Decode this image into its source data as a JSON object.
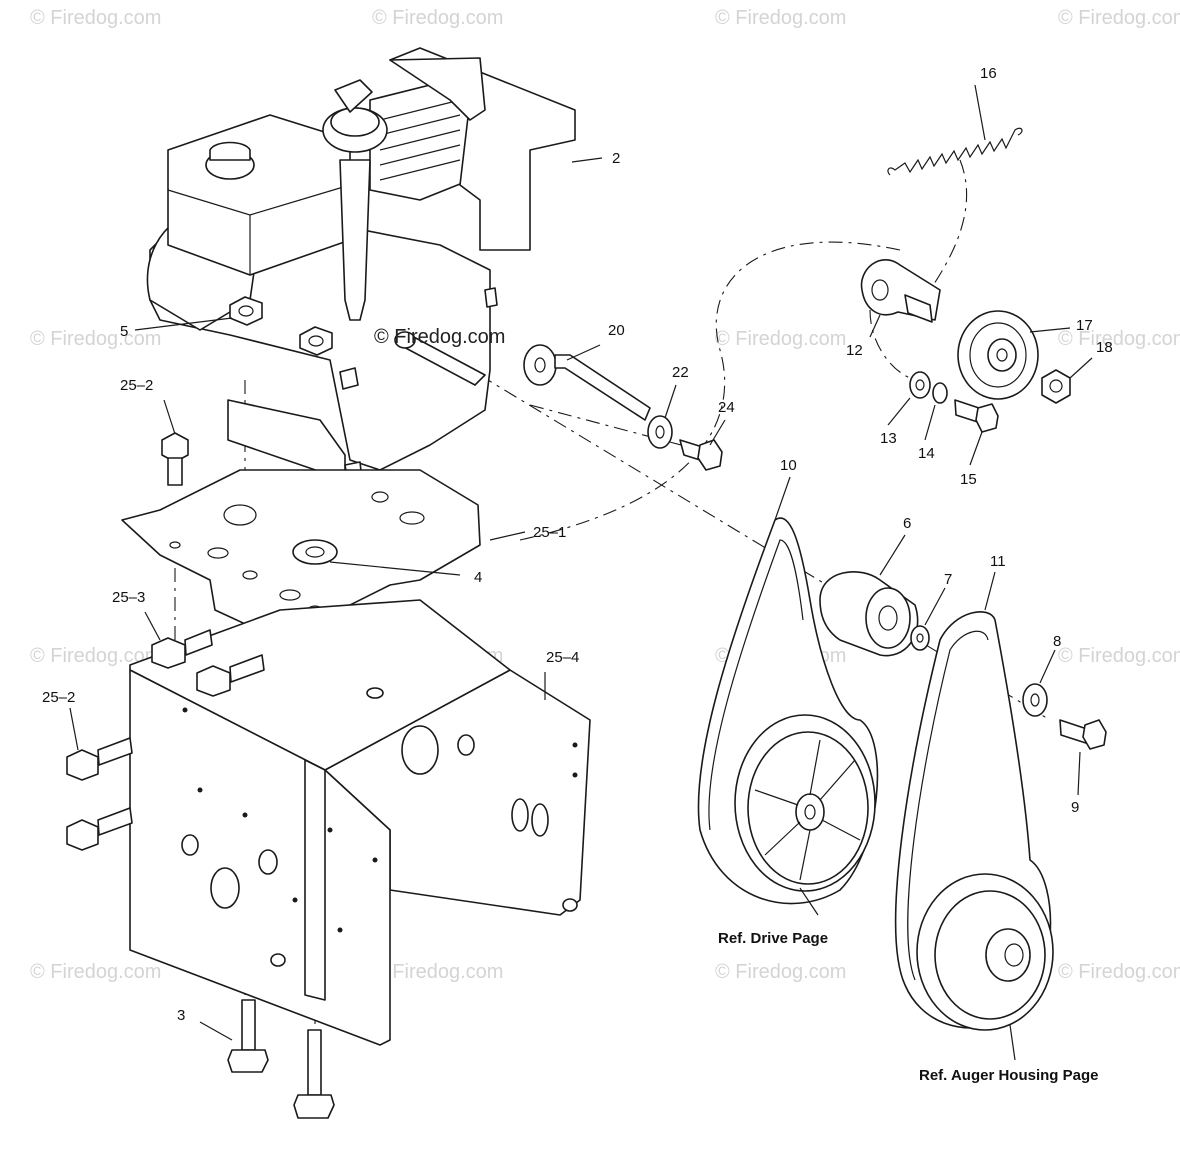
{
  "watermark": {
    "text": "© Firedog.com",
    "center_text": "© Firedog.com"
  },
  "callouts": {
    "c2": "2",
    "c3": "3",
    "c4": "4",
    "c5": "5",
    "c6": "6",
    "c7": "7",
    "c8": "8",
    "c9": "9",
    "c10": "10",
    "c11": "11",
    "c12": "12",
    "c13": "13",
    "c14": "14",
    "c15": "15",
    "c16": "16",
    "c17": "17",
    "c18": "18",
    "c20": "20",
    "c22": "22",
    "c24": "24",
    "c25_1": "25–1",
    "c25_2a": "25–2",
    "c25_2b": "25–2",
    "c25_3": "25–3",
    "c25_4": "25–4"
  },
  "references": {
    "drive": "Ref. Drive Page",
    "auger": "Ref. Auger Housing Page"
  },
  "colors": {
    "line": "#1a1a1a",
    "watermark": "#d4d4d4",
    "background": "#ffffff"
  }
}
